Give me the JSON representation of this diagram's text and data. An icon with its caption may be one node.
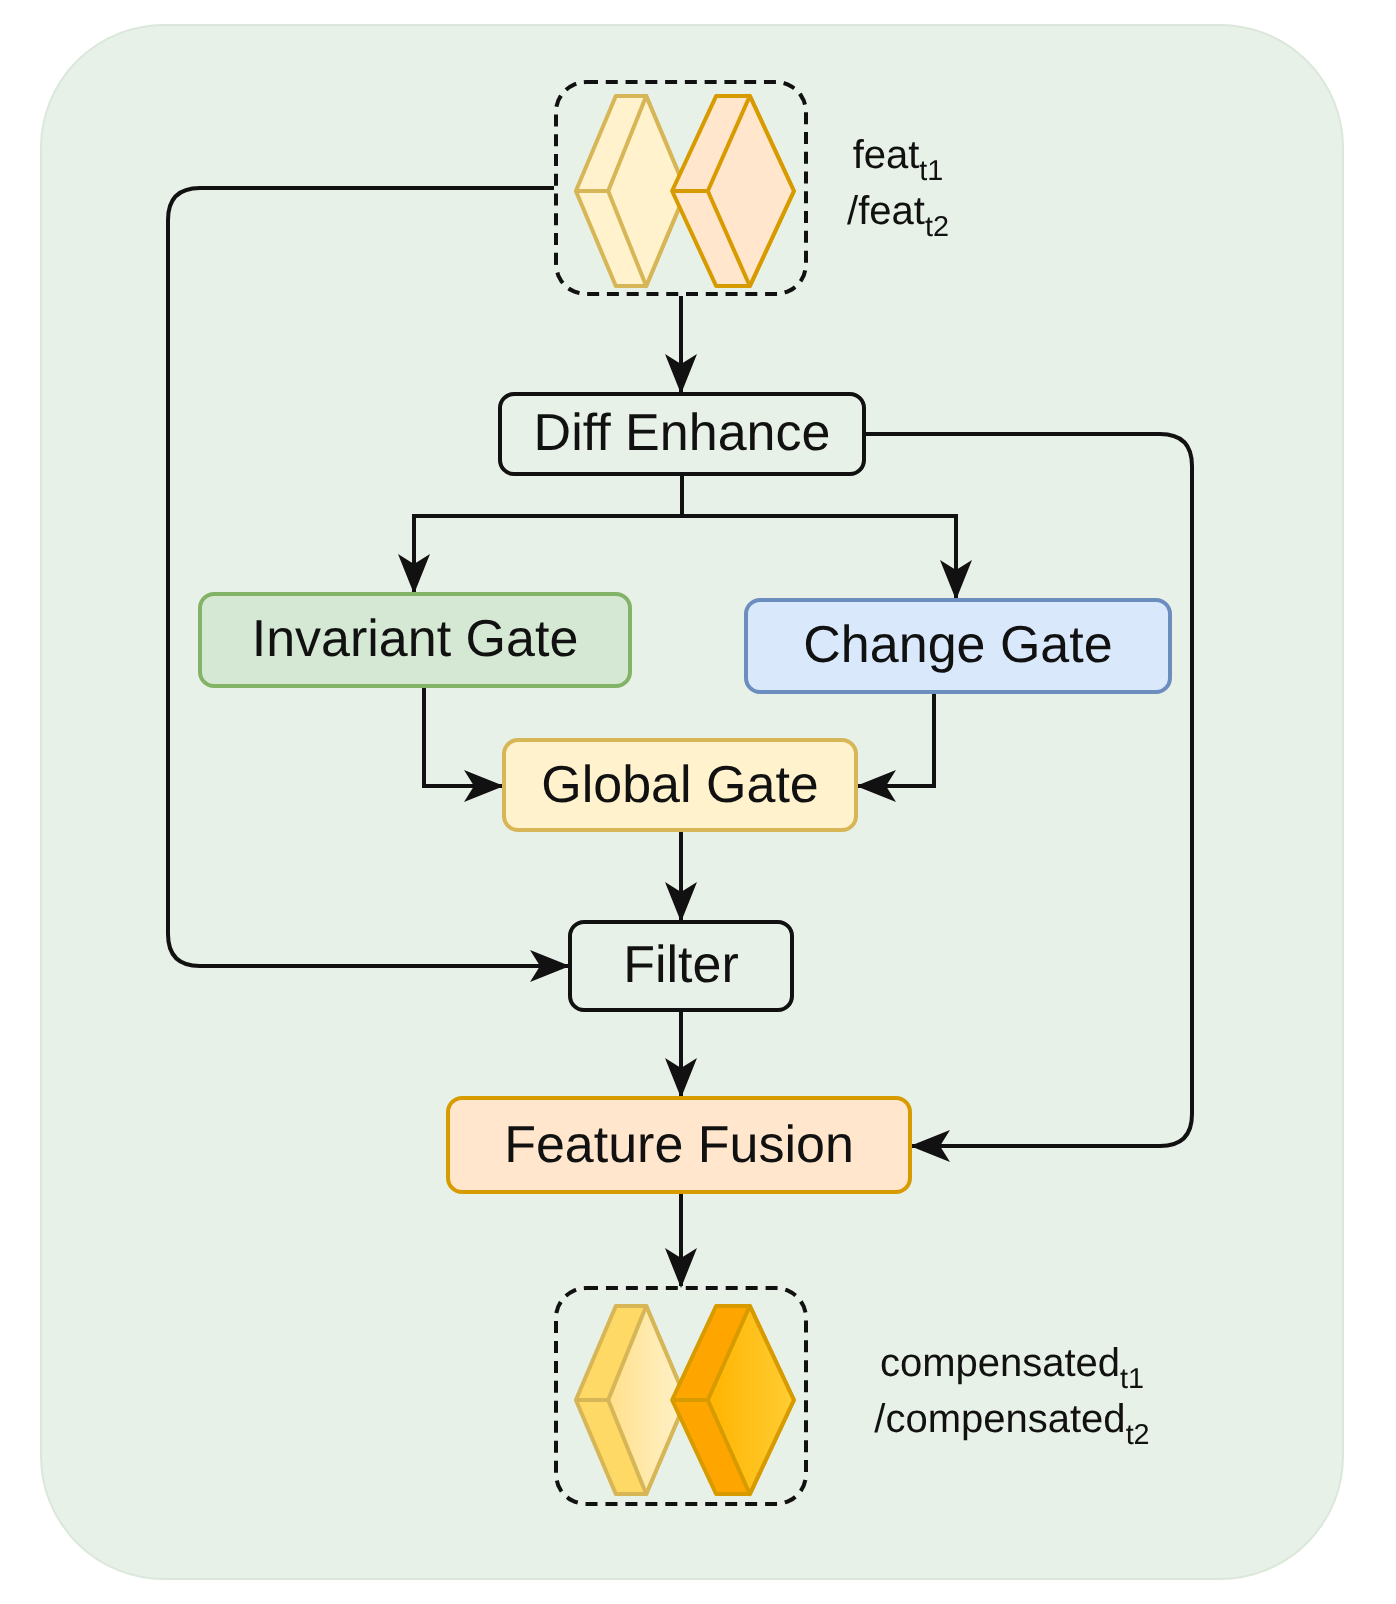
{
  "diagram": {
    "nodes": [
      {
        "text": [],
        "shape": "box",
        "beside": [
          "feat$_{t1}$ /feat$_{t2}$"
        ]
      },
      {
        "text": [
          "Diff Enhance"
        ]
      },
      {
        "text": [
          "Invariant Gate"
        ]
      },
      {
        "text": [
          "Change Gate"
        ]
      },
      {
        "text": [
          "Global Gate"
        ]
      },
      {
        "text": [
          "Filter"
        ]
      },
      {
        "text": [
          "Feature Fusion"
        ]
      },
      {
        "text": [],
        "shape": "box",
        "beside": [
          "compensated$_{t1}$ /compensated$_{t2}$"
        ]
      }
    ],
    "edges": [
      {
        "from": 0,
        "to": 1,
        "arrow": "to"
      },
      {
        "from": 0,
        "to": 5,
        "arrow": "to"
      },
      {
        "from": 1,
        "to": 2,
        "arrow": "to"
      },
      {
        "from": 1,
        "to": 3,
        "arrow": "to"
      },
      {
        "from": 1,
        "to": 6,
        "arrow": "to"
      },
      {
        "from": 2,
        "to": 4,
        "arrow": "to"
      },
      {
        "from": 3,
        "to": 4,
        "arrow": "to"
      },
      {
        "from": 4,
        "to": 5,
        "arrow": "to"
      },
      {
        "from": 5,
        "to": 6,
        "arrow": "to"
      },
      {
        "from": 6,
        "to": 7,
        "arrow": "to"
      }
    ]
  }
}
